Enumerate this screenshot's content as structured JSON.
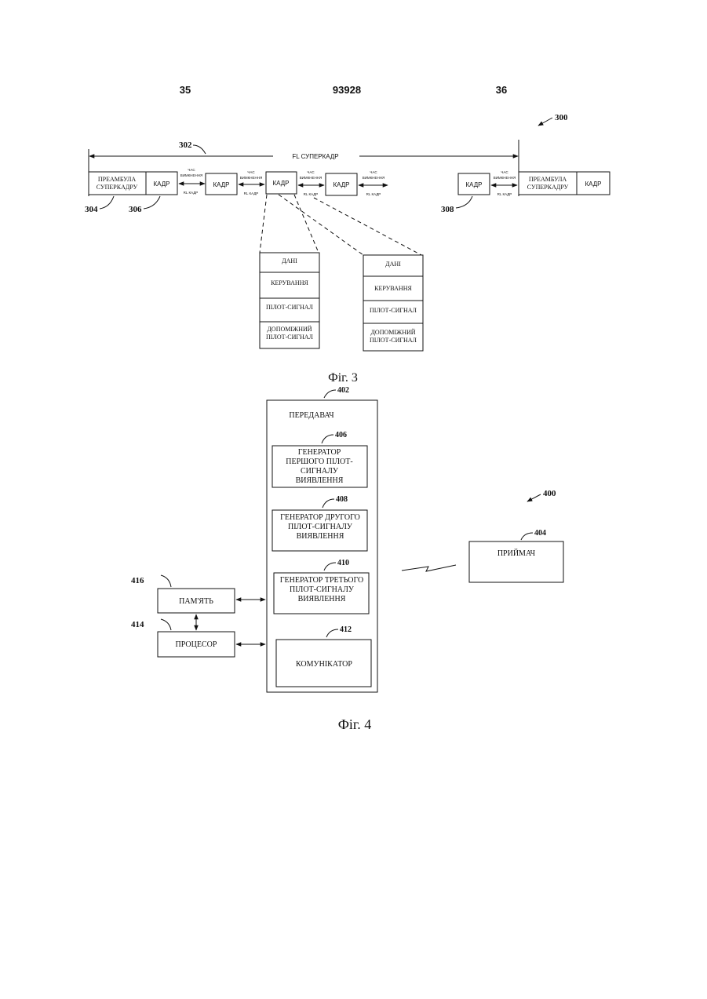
{
  "header": {
    "left_page": "35",
    "doc_number": "93928",
    "right_page": "36"
  },
  "fig3": {
    "ref_main": "300",
    "ref_superframe": "302",
    "superframe_label": "FL СУПЕРКАДР",
    "preamble": [
      "ПРЕАМБУЛА",
      "СУПЕРКАДРУ"
    ],
    "frame": "КАДР",
    "guard": [
      "ЧАС",
      "ВИМКНЕННЯ"
    ],
    "rl_frame": "RL КАДР",
    "ref_preamble": "304",
    "ref_frame": "306",
    "ref_last_frame": "308",
    "stack": {
      "data": "ДАНІ",
      "control": "КЕРУВАННЯ",
      "pilot": "ПІЛОТ-СИГНАЛ",
      "aux_pilot": [
        "ДОПОМІЖНИЙ",
        "ПІЛОТ-СИГНАЛ"
      ]
    },
    "caption": "Фіг. 3"
  },
  "fig4": {
    "ref_main": "400",
    "transmitter": {
      "ref": "402",
      "label": "ПЕРЕДАВАЧ"
    },
    "gen1": {
      "ref": "406",
      "lines": [
        "ГЕНЕРАТОР",
        "ПЕРШОГО ПІЛОТ-",
        "СИГНАЛУ",
        "ВИЯВЛЕННЯ"
      ]
    },
    "gen2": {
      "ref": "408",
      "lines": [
        "ГЕНЕРАТОР ДРУГОГО",
        "ПІЛОТ-СИГНАЛУ",
        "ВИЯВЛЕННЯ"
      ]
    },
    "gen3": {
      "ref": "410",
      "lines": [
        "ГЕНЕРАТОР ТРЕТЬОГО",
        "ПІЛОТ-СИГНАЛУ",
        "ВИЯВЛЕННЯ"
      ]
    },
    "communicator": {
      "ref": "412",
      "label": "КОМУНІКАТОР"
    },
    "receiver": {
      "ref": "404",
      "label": "ПРИЙМАЧ"
    },
    "memory": {
      "ref": "416",
      "label": "ПАМ'ЯТЬ"
    },
    "processor": {
      "ref": "414",
      "label": "ПРОЦЕСОР"
    },
    "caption": "Фіг. 4"
  }
}
